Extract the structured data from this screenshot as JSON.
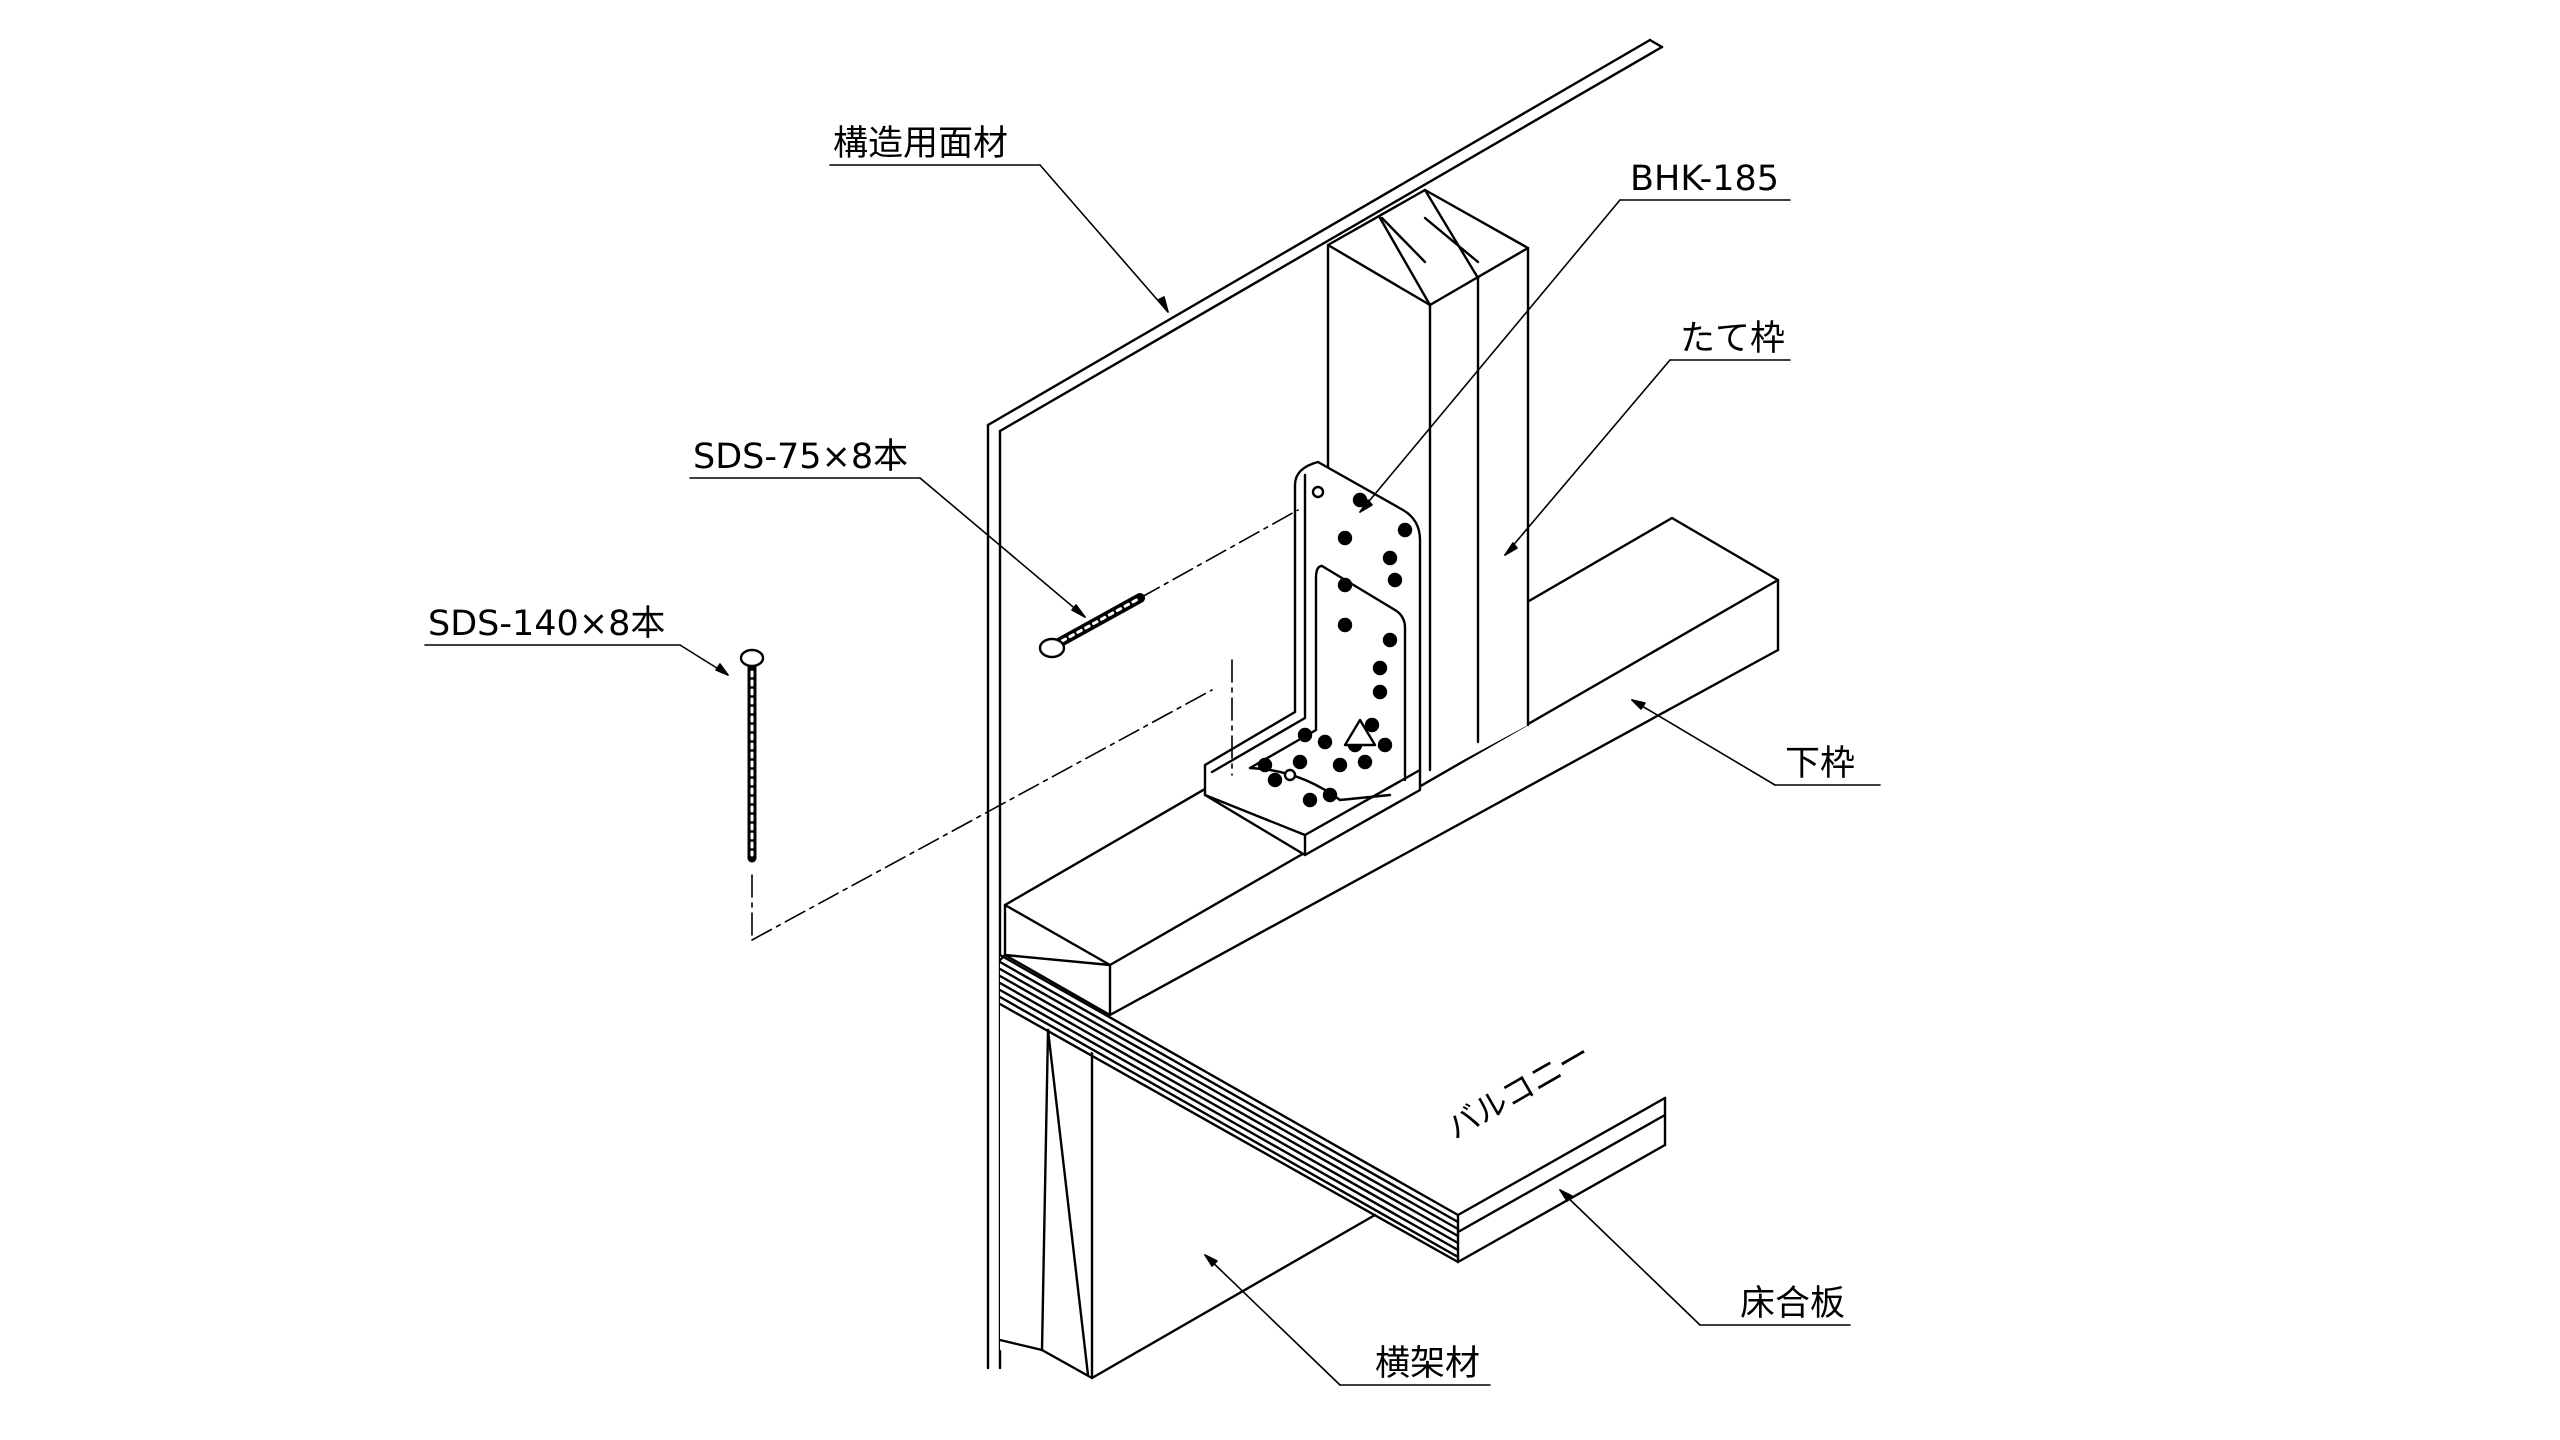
{
  "labels": {
    "structural_panel": "構造用面材",
    "bracket": "BHK-185",
    "vertical_frame": "たて枠",
    "screw_75": "SDS-75×8本",
    "screw_140": "SDS-140×8本",
    "bottom_frame": "下枠",
    "balcony": "バルコニー",
    "floor_plywood": "床合板",
    "horizontal_member": "横架材"
  },
  "colors": {
    "line": "#000000",
    "background": "#ffffff",
    "bracket_fill": "#ffffff"
  }
}
